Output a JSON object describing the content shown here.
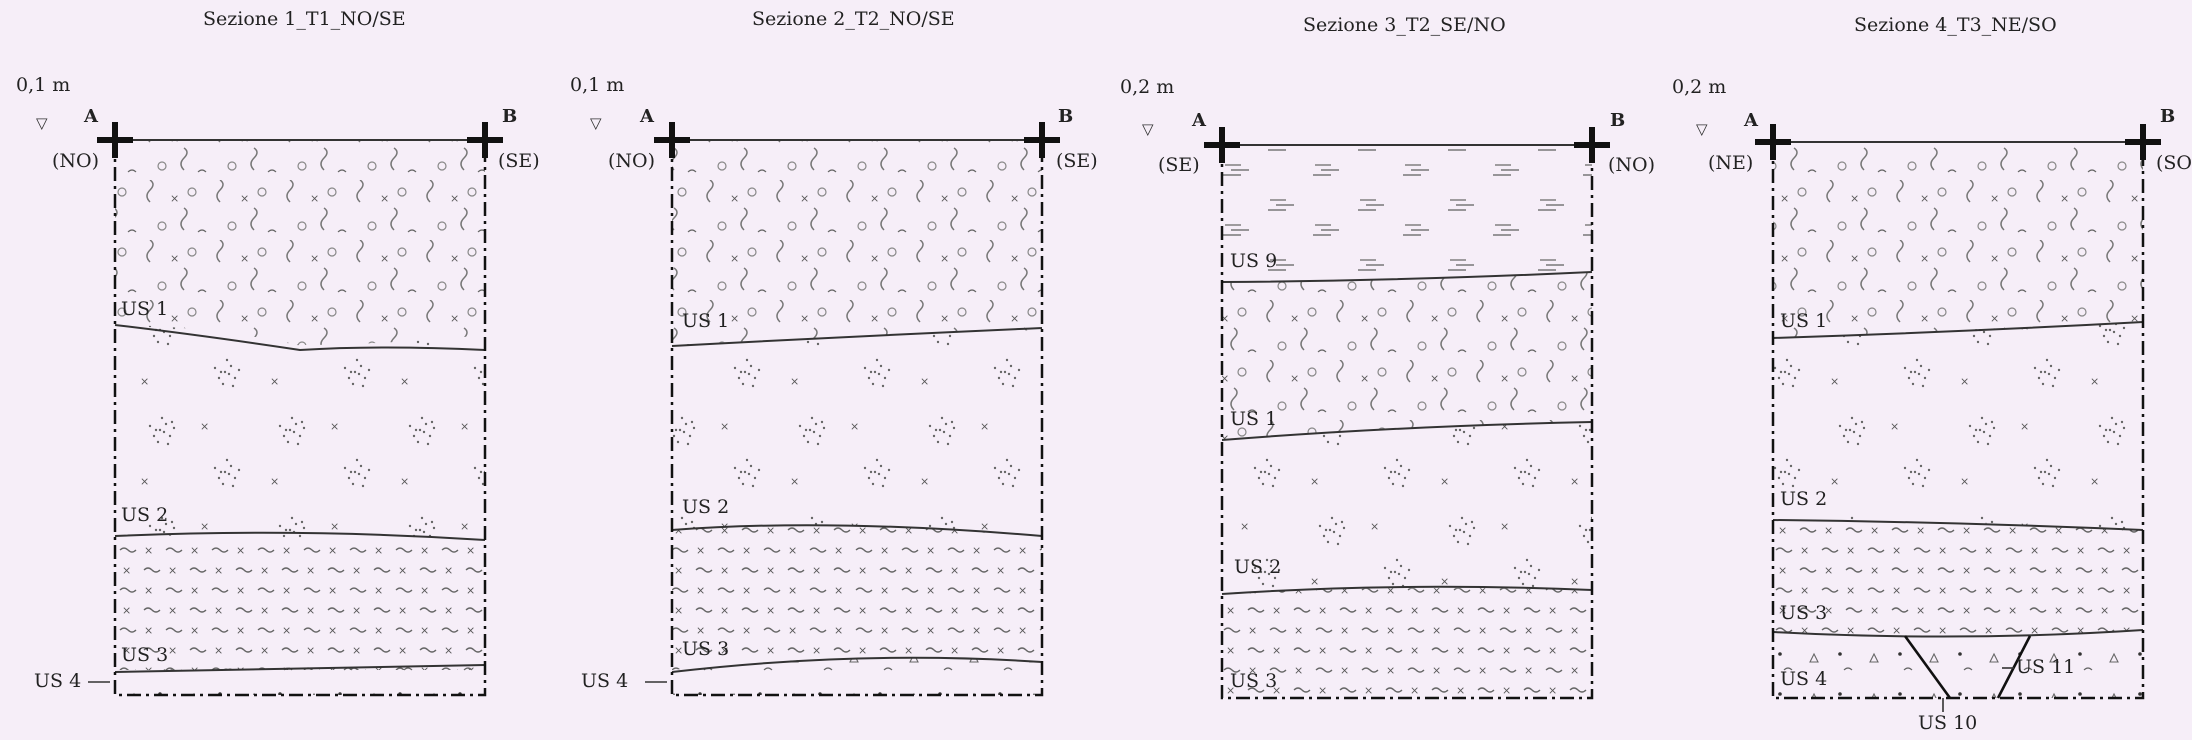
{
  "sections": [
    {
      "title": "Sezione 1_T1_NO/SE",
      "depth": "0,1 m",
      "point_a": "A",
      "point_b": "B",
      "dir_left": "(NO)",
      "dir_right": "(SE)",
      "layers": [
        "US 1",
        "US 2",
        "US 3",
        "US 4"
      ]
    },
    {
      "title": "Sezione 2_T2_NO/SE",
      "depth": "0,1 m",
      "point_a": "A",
      "point_b": "B",
      "dir_left": "(NO)",
      "dir_right": "(SE)",
      "layers": [
        "US 1",
        "US 2",
        "US 3",
        "US 4"
      ]
    },
    {
      "title": "Sezione 3_T2_SE/NO",
      "depth": "0,2 m",
      "point_a": "A",
      "point_b": "B",
      "dir_left": "(SE)",
      "dir_right": "(NO)",
      "layers": [
        "US 9",
        "US 1",
        "US 2",
        "US 3"
      ]
    },
    {
      "title": "Sezione 4_T3_NE/SO",
      "depth": "0,2 m",
      "point_a": "A",
      "point_b": "B",
      "dir_left": "(NE)",
      "dir_right": "(SO",
      "layers": [
        "US 1",
        "US 2",
        "US 3",
        "US 4",
        "US 11",
        "US 10"
      ]
    }
  ],
  "symbols": {
    "datum": "▽"
  }
}
